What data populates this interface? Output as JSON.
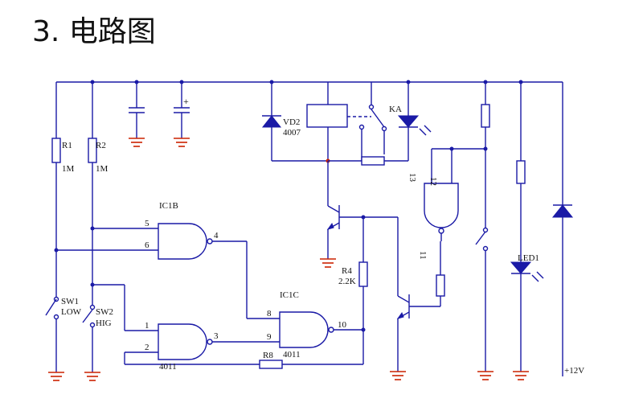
{
  "title": "3. 电路图",
  "labels": {
    "r1": "R1",
    "r1_val": "1M",
    "r2": "R2",
    "r2_val": "1M",
    "ic1b": "IC1B",
    "pin5": "5",
    "pin6": "6",
    "pin4": "4",
    "ic1c": "IC1C",
    "pin8": "8",
    "pin9": "9",
    "pin10": "10",
    "ic1c_part": "4011",
    "pin1": "1",
    "pin2": "2",
    "pin3": "3",
    "ic1a_part": "4011",
    "sw1": "SW1",
    "low": "LOW",
    "sw2": "SW2",
    "hig": "HIG",
    "vd2": "VD2",
    "vd2_part": "4007",
    "ka": "KA",
    "r4": "R4",
    "r4_val": "2.2K",
    "r8": "R8",
    "led1": "LED1",
    "p12": "12",
    "p13": "13",
    "p11": "11",
    "plus": "+",
    "v12": "+12V"
  }
}
